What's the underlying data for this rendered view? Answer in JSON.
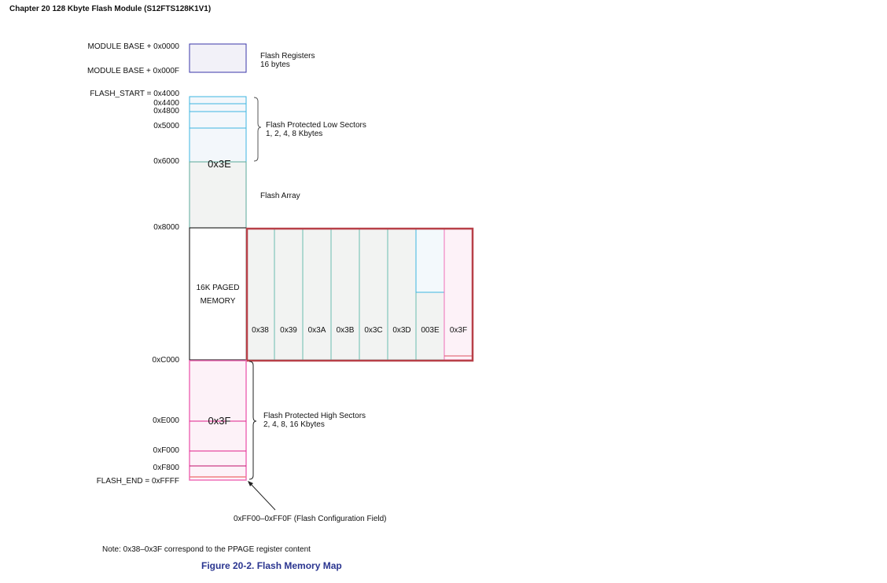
{
  "header": "Chapter 20 128 Kbyte Flash Module (S12FTS128K1V1)",
  "registers": {
    "addr_start": "MODULE BASE + 0x0000",
    "addr_end": "MODULE BASE + 0x000F",
    "label1": "Flash Registers",
    "label2": "16 bytes"
  },
  "low": {
    "addrs": [
      "FLASH_START = 0x4000",
      "0x4400",
      "0x4800",
      "0x5000",
      "0x6000"
    ],
    "label1": "Flash Protected Low Sectors",
    "label2": "1, 2, 4, 8 Kbytes",
    "page": "0x3E"
  },
  "array": {
    "label": "Flash Array",
    "addr": "0x8000"
  },
  "paged": {
    "label1": "16K PAGED",
    "label2": "MEMORY",
    "pages": [
      "0x38",
      "0x39",
      "0x3A",
      "0x3B",
      "0x3C",
      "0x3D",
      "003E",
      "0x3F"
    ]
  },
  "high": {
    "addrs": [
      "0xC000",
      "0xE000",
      "0xF000",
      "0xF800",
      "FLASH_END = 0xFFFF"
    ],
    "label1": "Flash Protected High Sectors",
    "label2": "2, 4, 8, 16 Kbytes",
    "page": "0x3F"
  },
  "config_field": "0xFF00–0xFF0F (Flash Configuration Field)",
  "note": "Note: 0x38–0x3F correspond to the PPAGE register content",
  "caption": "Figure 20-2. Flash Memory Map"
}
